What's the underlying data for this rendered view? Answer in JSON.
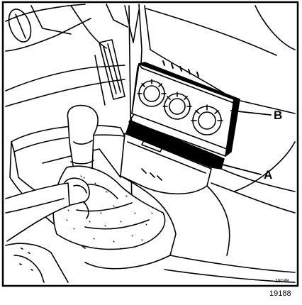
{
  "figure": {
    "callouts": [
      {
        "id": "B",
        "label": "B"
      },
      {
        "id": "A",
        "label": "A"
      }
    ],
    "figure_number": "19188",
    "small_figure_number": "19188"
  }
}
